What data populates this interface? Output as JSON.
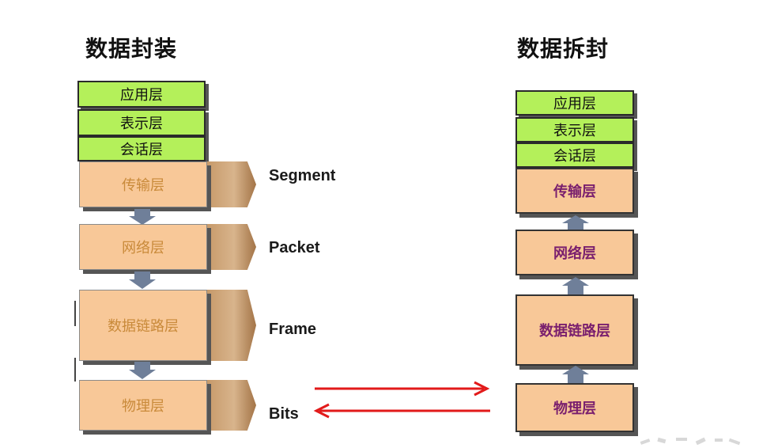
{
  "encapsulation": {
    "title": "数据封装",
    "layers": {
      "application": "应用层",
      "presentation": "表示层",
      "session": "会话层",
      "transport": "传输层",
      "network": "网络层",
      "datalink": "数据链路层",
      "physical": "物理层"
    },
    "pdus": {
      "segment": "Segment",
      "packet": "Packet",
      "frame": "Frame",
      "bits": "Bits"
    }
  },
  "decapsulation": {
    "title": "数据拆封",
    "layers": {
      "application": "应用层",
      "presentation": "表示层",
      "session": "会话层",
      "transport": "传输层",
      "network": "网络层",
      "datalink": "数据链路层",
      "physical": "物理层"
    }
  },
  "colors": {
    "upper_layer_fill": "#b4f05a",
    "lower_layer_fill": "#f8c898",
    "flow_arrow": "#e21a1a",
    "stack_arrow": "#6f7f99"
  }
}
